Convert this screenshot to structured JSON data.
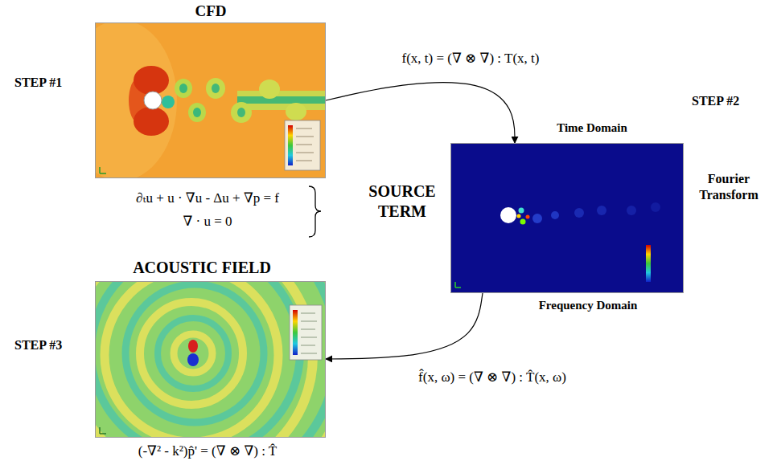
{
  "diagram": {
    "nodes": [
      {
        "text": [
          "CFD"
        ]
      },
      {
        "text": [
          "Time Domain",
          "Frequency Domain"
        ]
      },
      {
        "text": [
          "ACOUSTIC FIELD"
        ]
      }
    ],
    "edges": [
      {
        "from": 0,
        "to": 1,
        "arrow": "to",
        "label": "f(x, t) = (∇ ⊗ ∇) : T(x, t)"
      },
      {
        "from": 1,
        "to": 2,
        "arrow": "to",
        "label": "f̂(x, ω) = (∇ ⊗ ∇) : T̂(x, ω)"
      }
    ],
    "labels": [
      "STEP #1",
      "∂ₜu + u · ∇u - Δu + ∇p = f",
      "∇ · u = 0",
      "STEP #2",
      "SOURCE TERM",
      "Fourier Transform",
      "STEP #3",
      "(-∇² - k²)p̂' = (∇ ⊗ ∇) : T̂"
    ]
  }
}
